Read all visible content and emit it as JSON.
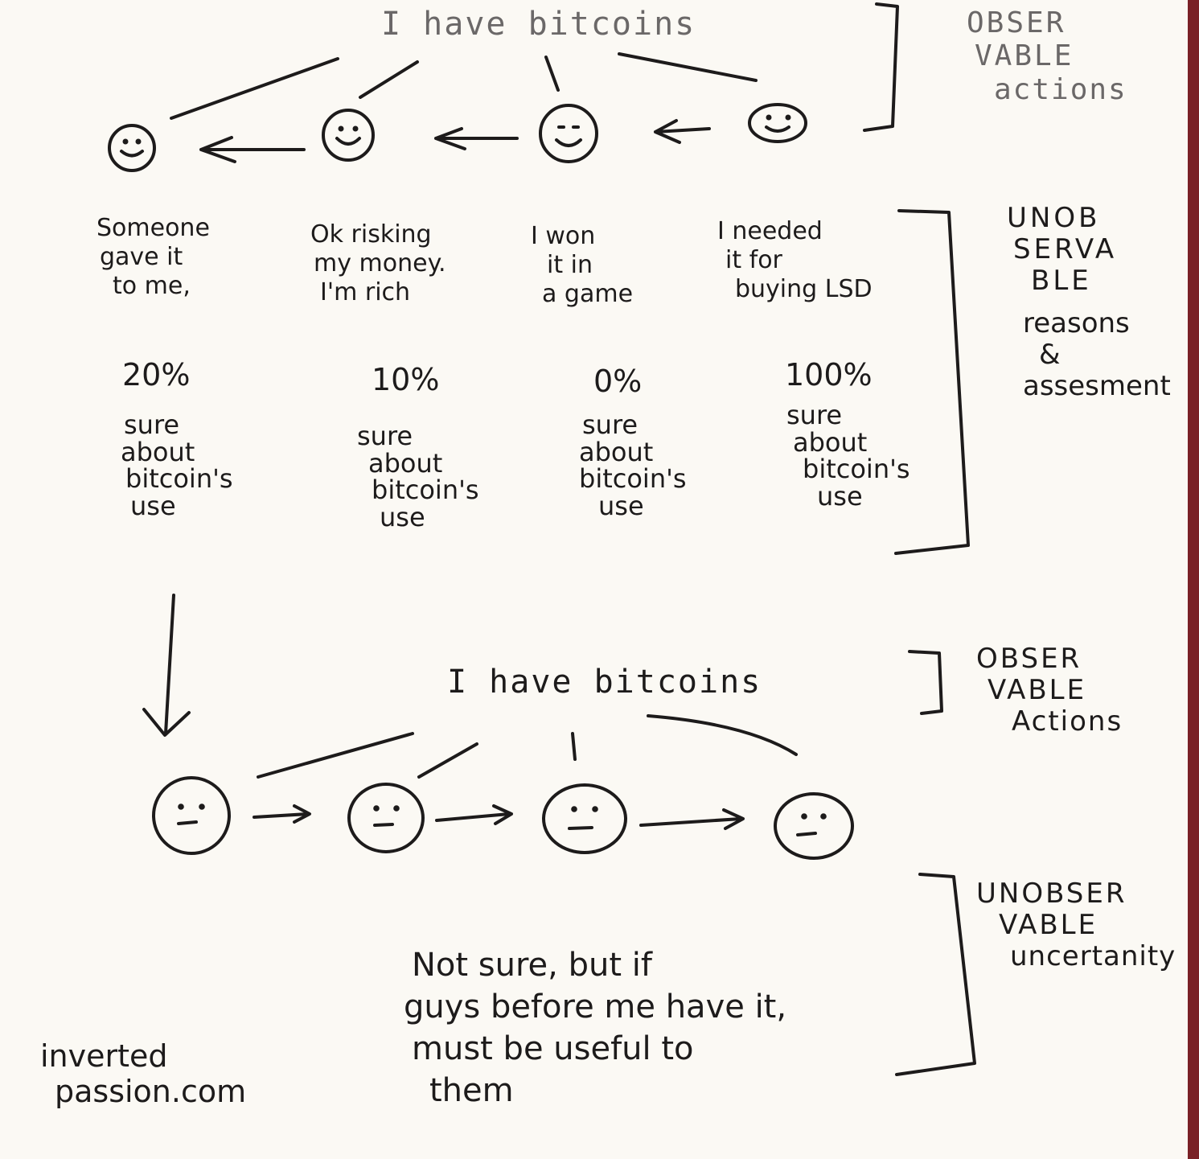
{
  "top": {
    "header": "I have bitcoins",
    "side_label": [
      "OBSER",
      "VABLE",
      "actions"
    ],
    "reason_label": [
      "UNOB",
      "SERVA",
      "BLE",
      "reasons",
      "&",
      "assesment"
    ],
    "people": [
      {
        "reason": [
          "Someone",
          "gave it",
          "to me,"
        ],
        "percent": "20%",
        "sure": [
          "sure",
          "about",
          "bitcoin's",
          "use"
        ]
      },
      {
        "reason": [
          "Ok risking",
          "my money.",
          "I'm rich"
        ],
        "percent": "10%",
        "sure": [
          "sure",
          "about",
          "bitcoin's",
          "use"
        ]
      },
      {
        "reason": [
          "I won",
          "it in",
          "a game"
        ],
        "percent": "0%",
        "sure": [
          "sure",
          "about",
          "bitcoin's",
          "use"
        ]
      },
      {
        "reason": [
          "I needed",
          "it for",
          "buying LSD"
        ],
        "percent": "100%",
        "sure": [
          "sure",
          "about",
          "bitcoin's",
          "use"
        ]
      }
    ]
  },
  "bottom": {
    "header": "I have bitcoins",
    "side_label": [
      "OBSER",
      "VABLE",
      "Actions"
    ],
    "uncertainty_label": [
      "UNOBSER",
      "VABLE",
      "uncertanity"
    ],
    "thought": [
      "Not sure, but if",
      "guys before me have it,",
      "must be useful to",
      "them"
    ]
  },
  "credit": [
    "inverted",
    "passion.com"
  ]
}
